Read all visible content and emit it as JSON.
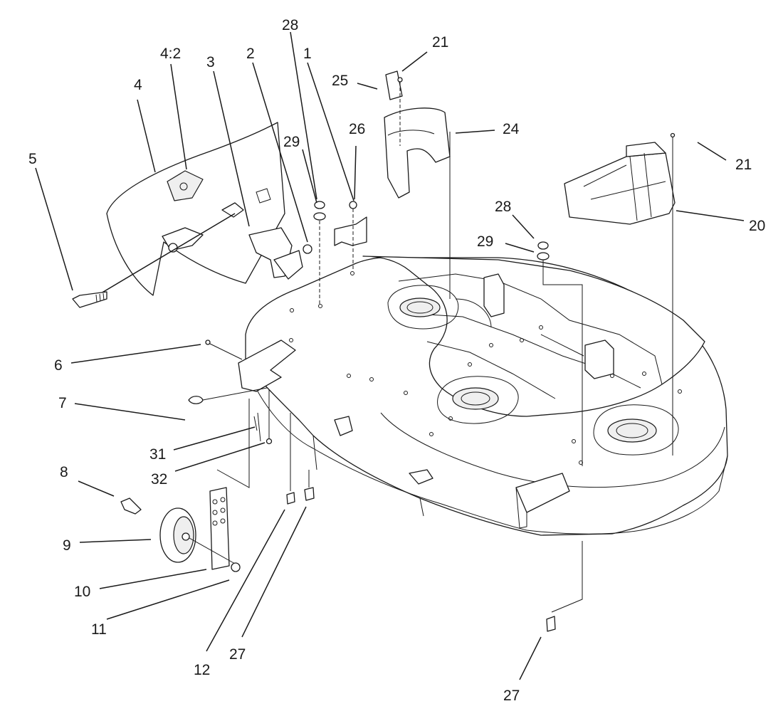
{
  "labels": [
    {
      "id": "l1",
      "text": "1"
    },
    {
      "id": "l2",
      "text": "2"
    },
    {
      "id": "l3",
      "text": "3"
    },
    {
      "id": "l4",
      "text": "4"
    },
    {
      "id": "l4_2",
      "text": "4:2"
    },
    {
      "id": "l5",
      "text": "5"
    },
    {
      "id": "l6",
      "text": "6"
    },
    {
      "id": "l7",
      "text": "7"
    },
    {
      "id": "l8",
      "text": "8"
    },
    {
      "id": "l9",
      "text": "9"
    },
    {
      "id": "l10",
      "text": "10"
    },
    {
      "id": "l11",
      "text": "11"
    },
    {
      "id": "l12",
      "text": "12"
    },
    {
      "id": "l20",
      "text": "20"
    },
    {
      "id": "l21a",
      "text": "21"
    },
    {
      "id": "l21b",
      "text": "21"
    },
    {
      "id": "l24",
      "text": "24"
    },
    {
      "id": "l25",
      "text": "25"
    },
    {
      "id": "l26",
      "text": "26"
    },
    {
      "id": "l27a",
      "text": "27"
    },
    {
      "id": "l27b",
      "text": "27"
    },
    {
      "id": "l28a",
      "text": "28"
    },
    {
      "id": "l28b",
      "text": "28"
    },
    {
      "id": "l29a",
      "text": "29"
    },
    {
      "id": "l29b",
      "text": "29"
    },
    {
      "id": "l31",
      "text": "31"
    },
    {
      "id": "l32",
      "text": "32"
    }
  ]
}
